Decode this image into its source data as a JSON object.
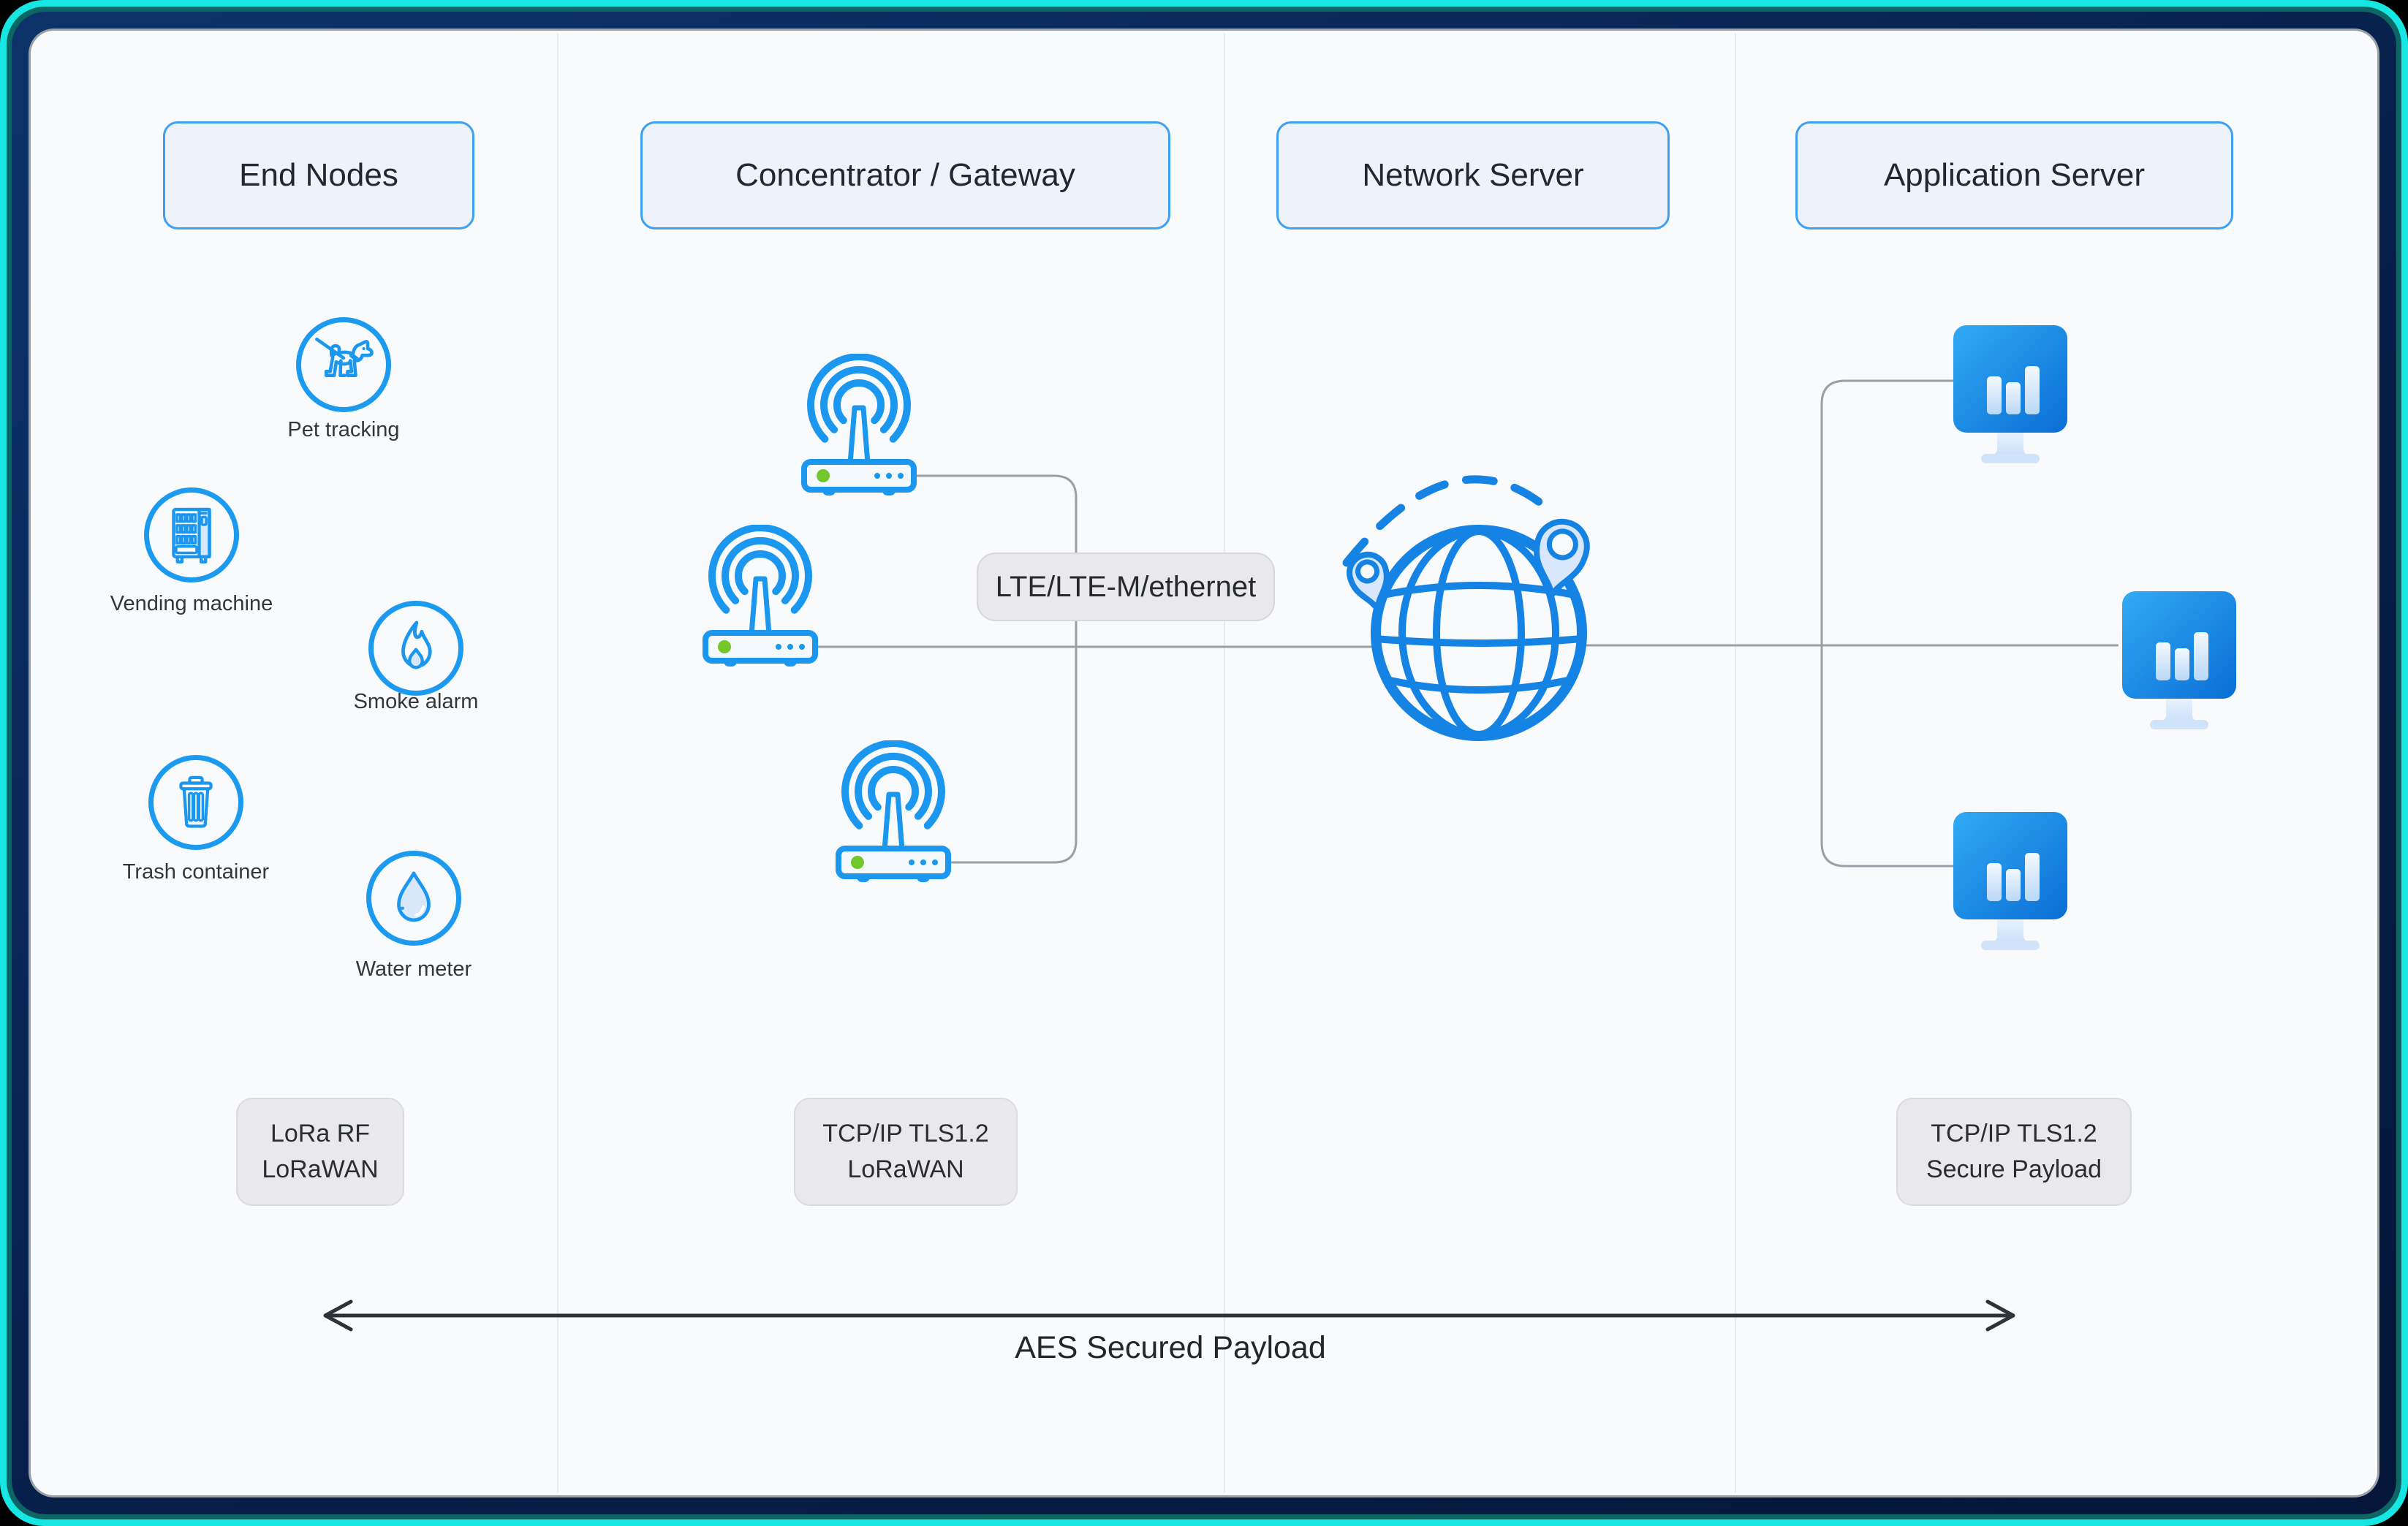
{
  "headers": [
    "End Nodes",
    "Concentrator / Gateway",
    "Network Server",
    "Application Server"
  ],
  "end_nodes": [
    {
      "label": "Pet tracking",
      "icon": "dog-icon"
    },
    {
      "label": "Vending machine",
      "icon": "vending-machine-icon"
    },
    {
      "label": "Smoke alarm",
      "icon": "flame-icon"
    },
    {
      "label": "Trash container",
      "icon": "trash-icon"
    },
    {
      "label": "Water meter",
      "icon": "water-drop-icon"
    }
  ],
  "gateways": {
    "count": 3,
    "icon": "antenna-router-icon"
  },
  "network_server": {
    "icon": "globe-with-pins-icon"
  },
  "application_server": {
    "monitor_count": 3,
    "icon": "monitor-bar-chart-icon"
  },
  "connection_label": "LTE/LTE-M/ethernet",
  "protocol_labels": [
    {
      "line1": "LoRa RF",
      "line2": "LoRaWAN"
    },
    {
      "line1": "TCP/IP TLS1.2",
      "line2": "LoRaWAN"
    },
    {
      "line1": "TCP/IP TLS1.2",
      "line2": "Secure Payload"
    }
  ],
  "arrow_label": "AES Secured Payload",
  "colors": {
    "accent_blue": "#1b97ef",
    "pin_blue": "#1583e3",
    "header_border": "#3da0f2",
    "header_bg": "#eef2fb",
    "card_bg": "#f8fafc",
    "chip_bg": "#e9e9ec",
    "connector_gray": "#9aa0a6",
    "arrow_dark": "#2e3338",
    "led_green": "#72c82a",
    "frame_cyan": "#16e7e2",
    "frame_teal": "#0c6664",
    "frame_navy": "#071f49",
    "monitor_blue_light": "#31aaf4",
    "monitor_blue_dark": "#0a6ed6",
    "icon_fill_light": "#d9e7fb"
  }
}
